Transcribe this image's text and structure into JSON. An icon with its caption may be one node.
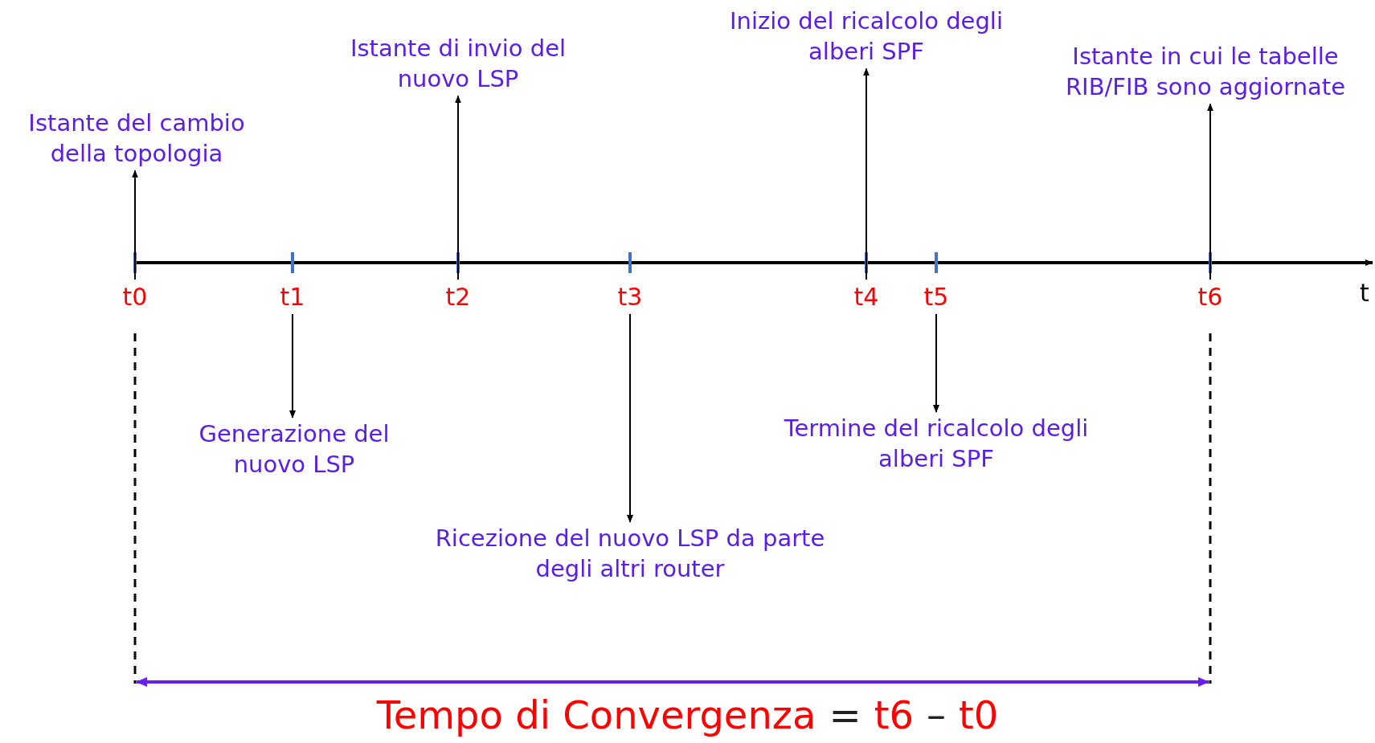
{
  "diagram": {
    "nodes": [
      {
        "text": [
          "t0"
        ]
      },
      {
        "text": [
          "t1"
        ]
      },
      {
        "text": [
          "t2"
        ]
      },
      {
        "text": [
          "t3"
        ]
      },
      {
        "text": [
          "t4"
        ]
      },
      {
        "text": [
          "t5"
        ]
      },
      {
        "text": [
          "t6"
        ]
      },
      {
        "text": [
          "Istante del cambio della topologia"
        ]
      },
      {
        "text": [
          "Generazione del nuovo LSP"
        ]
      },
      {
        "text": [
          "Istante di invio del nuovo LSP"
        ]
      },
      {
        "text": [
          "Ricezione del nuovo LSP da parte degli altri router"
        ]
      },
      {
        "text": [
          "Inizio del ricalcolo degli alberi SPF"
        ]
      },
      {
        "text": [
          "Termine del ricalcolo degli alberi SPF"
        ]
      },
      {
        "text": [
          "Istante in cui le tabelle RIB/FIB sono aggiornate"
        ]
      }
    ],
    "edges": [
      {
        "from": 0,
        "to": 7,
        "arrow": "to"
      },
      {
        "from": 1,
        "to": 8,
        "arrow": "to"
      },
      {
        "from": 2,
        "to": 9,
        "arrow": "to"
      },
      {
        "from": 3,
        "to": 10,
        "arrow": "to"
      },
      {
        "from": 4,
        "to": 11,
        "arrow": "to"
      },
      {
        "from": 5,
        "to": 12,
        "arrow": "to"
      },
      {
        "from": 6,
        "to": 13,
        "arrow": "to"
      }
    ],
    "labels": [
      "t",
      "Tempo di Convergenza",
      "=",
      "t6",
      "–",
      "t0"
    ]
  }
}
